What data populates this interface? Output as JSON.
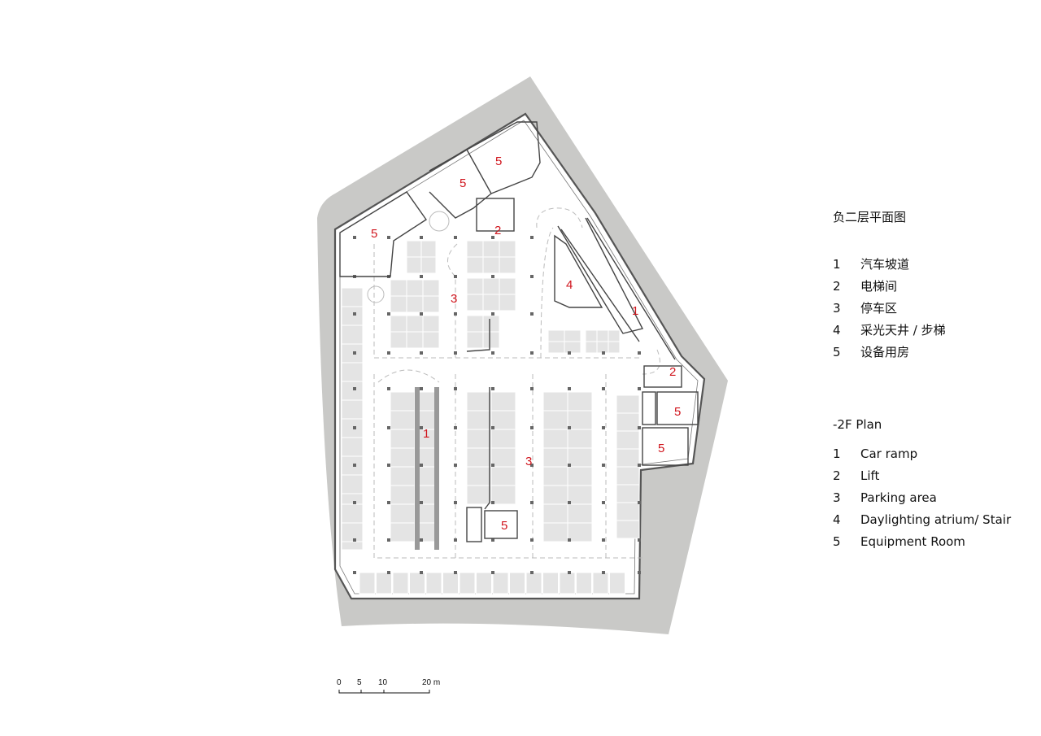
{
  "legend_cn": {
    "title": "负二层平面图",
    "items": [
      {
        "num": "1",
        "label": "汽车坡道"
      },
      {
        "num": "2",
        "label": "电梯间"
      },
      {
        "num": "3",
        "label": "停车区"
      },
      {
        "num": "4",
        "label": "采光天井 / 步梯"
      },
      {
        "num": "5",
        "label": "设备用房"
      }
    ]
  },
  "legend_en": {
    "title": "-2F Plan",
    "items": [
      {
        "num": "1",
        "label": "Car ramp"
      },
      {
        "num": "2",
        "label": "Lift"
      },
      {
        "num": "3",
        "label": "Parking area"
      },
      {
        "num": "4",
        "label": "Daylighting atrium/ Stair"
      },
      {
        "num": "5",
        "label": "Equipment Room"
      }
    ]
  },
  "zones": {
    "equip_1": "5",
    "equip_2": "5",
    "equip_3": "5",
    "equip_4": "5",
    "equip_5": "5",
    "equip_6": "5",
    "lift_1": "2",
    "lift_2": "2",
    "parking_1": "3",
    "parking_2": "3",
    "atrium": "4",
    "ramp_1": "1",
    "ramp_2": "1"
  },
  "scale_bar": {
    "ticks": [
      "0",
      "5",
      "10",
      "20 m"
    ]
  },
  "colors": {
    "ground": "#c9c9c7",
    "wall": "#555555",
    "stall": "#e4e4e4",
    "zone_label": "#d0141c"
  }
}
